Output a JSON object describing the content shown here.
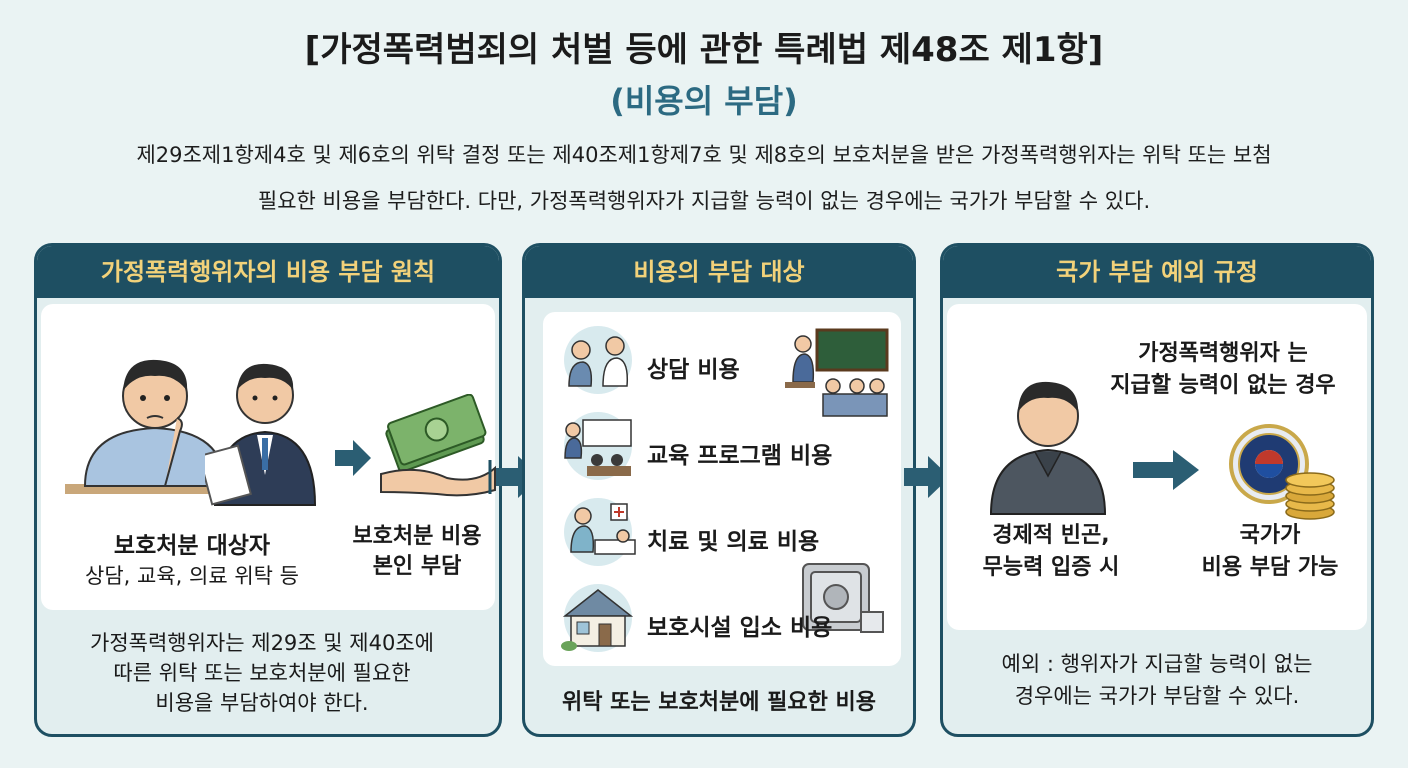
{
  "header": {
    "title": "[가정폭력범죄의 처벌 등에 관한 특례법 제48조 제1항]",
    "subtitle": "(비용의 부담)",
    "intro_line1": "제29조제1항제4호 및 제6호의 위탁 결정 또는 제40조제1항제7호 및 제8호의 보호처분을 받은 가정폭력행위자는 위탁 또는 보첨",
    "intro_line2": "필요한 비용을 부담한다. 다만, 가정폭력행위자가 지급할 능력이 없는 경우에는 국가가 부담할 수 있다."
  },
  "panel1": {
    "heading": "가정폭력행위자의 비용 부담 원칙",
    "subject_title": "보호처분 대상자",
    "subject_sub": "상담, 교육, 의료 위탁 등",
    "cost_line1": "보호처분 비용",
    "cost_line2": "본인 부담",
    "note_line1": "가정폭력행위자는 제29조 및 제40조에",
    "note_line2": "따른 위탁 또는 보호처분에 필요한",
    "note_line3": "비용을 부담하여야 한다."
  },
  "panel2": {
    "heading": "비용의 부담 대상",
    "items": [
      {
        "label": "상담 비용"
      },
      {
        "label": "교육 프로그램 비용"
      },
      {
        "label": "치료 및 의료 비용"
      },
      {
        "label": "보호시설 입소 비용"
      }
    ],
    "footer": "위탁 또는 보호처분에 필요한 비용"
  },
  "panel3": {
    "heading": "국가 부담 예외 규정",
    "cond_line1": "가정폭력행위자 는",
    "cond_line2": "지급할 능력이 없는 경우",
    "person_line1": "경제적 빈곤,",
    "person_line2": "무능력 입증 시",
    "state_line1": "국가가",
    "state_line2": "비용 부담 가능",
    "note_line1": "예외 : 행위자가 지급할 능력이 없는",
    "note_line2": "경우에는 국가가 부담할 수 있다."
  },
  "colors": {
    "panel_header": "#1e4f62",
    "panel_header_text": "#f2d27a",
    "subtitle": "#2c6a82",
    "arrow": "#2b5e73"
  },
  "icons": [
    "worried-man-icon",
    "official-icon",
    "money-hand-icon",
    "counseling-icon",
    "classroom-icon",
    "teacher-icon",
    "medical-icon",
    "safe-icon",
    "shelter-icon",
    "person-icon",
    "police-seal-icon",
    "coins-icon"
  ]
}
